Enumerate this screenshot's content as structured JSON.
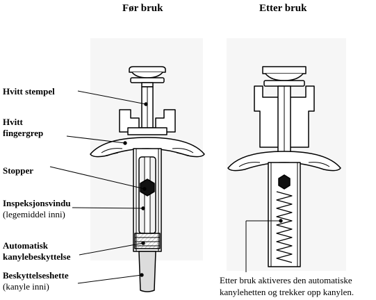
{
  "headers": {
    "before": "Før bruk",
    "after": "Etter bruk"
  },
  "labels": {
    "plunger": "Hvitt stempel",
    "finger_grip_line1": "Hvitt",
    "finger_grip_line2": "fingergrep",
    "stopper": "Stopper",
    "window_title": "Inspeksjonsvindu",
    "window_sub": "(legemiddel inni)",
    "guard_line1": "Automatisk",
    "guard_line2": "kanylebeskyttelse",
    "cap_title": "Beskyttelseshette",
    "cap_sub": "(kanyle inni)"
  },
  "caption": {
    "line1": "Etter bruk aktiveres den automatiske",
    "line2": "kanylehetten og trekker opp kanylen."
  },
  "colors": {
    "stroke": "#000000",
    "stopper": "#111111",
    "panel": "#f4f4f4",
    "cap": "#dddddd"
  }
}
